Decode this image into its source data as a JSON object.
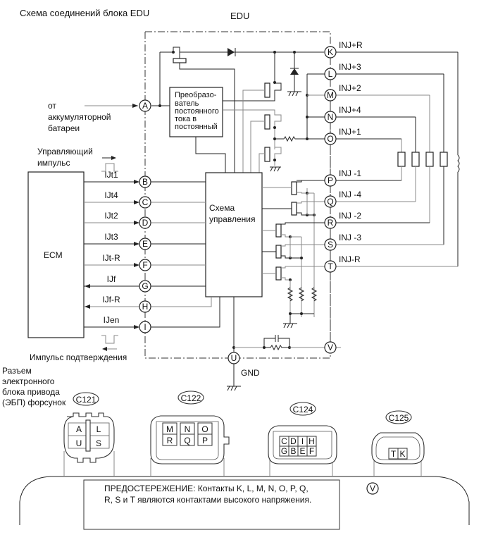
{
  "title": "Схема соединений блока EDU",
  "edu_label": "EDU",
  "battery_label": [
    "от",
    "аккумуляторной",
    "батареи"
  ],
  "converter_label": [
    "Преобразо-",
    "ватель",
    "постоянного",
    "тока в",
    "постоянный"
  ],
  "control_label": [
    "Схема",
    "управления"
  ],
  "ecm_label": "ECM",
  "control_pulse_label": [
    "Управляющий",
    "импульс"
  ],
  "confirm_pulse_label": "Импульс подтверждения",
  "gnd_label": "GND",
  "pins_left": [
    {
      "pin": "A",
      "signal": ""
    },
    {
      "pin": "B",
      "signal": "IJt1"
    },
    {
      "pin": "C",
      "signal": "IJt4"
    },
    {
      "pin": "D",
      "signal": "IJt2"
    },
    {
      "pin": "E",
      "signal": "IJt3"
    },
    {
      "pin": "F",
      "signal": "IJt-R"
    },
    {
      "pin": "G",
      "signal": "IJf"
    },
    {
      "pin": "H",
      "signal": "IJf-R"
    },
    {
      "pin": "I",
      "signal": "IJen"
    }
  ],
  "pins_right": [
    {
      "pin": "K",
      "signal": "INJ+R"
    },
    {
      "pin": "L",
      "signal": "INJ+3"
    },
    {
      "pin": "M",
      "signal": "INJ+2"
    },
    {
      "pin": "N",
      "signal": "INJ+4"
    },
    {
      "pin": "O",
      "signal": "INJ+1"
    },
    {
      "pin": "P",
      "signal": "INJ -1"
    },
    {
      "pin": "Q",
      "signal": "INJ -4"
    },
    {
      "pin": "R",
      "signal": "INJ -2"
    },
    {
      "pin": "S",
      "signal": "INJ -3"
    },
    {
      "pin": "T",
      "signal": "INJ-R"
    }
  ],
  "pin_v": "V",
  "pin_u": "U",
  "connector_caption": [
    "Разъем",
    "электронного",
    "блока привода",
    "(ЭБП) форсунок"
  ],
  "connectors": [
    {
      "id": "C121",
      "rows": [
        [
          "A",
          "L"
        ],
        [
          "U",
          "S"
        ]
      ]
    },
    {
      "id": "C122",
      "rows": [
        [
          "M",
          "N",
          "O"
        ],
        [
          "R",
          "Q",
          "P"
        ]
      ]
    },
    {
      "id": "C124",
      "rows": [
        [
          "C",
          "D",
          "I",
          "H"
        ],
        [
          "G",
          "B",
          "E",
          "F"
        ]
      ]
    },
    {
      "id": "C125",
      "rows": [
        [
          "T",
          "K"
        ]
      ]
    }
  ],
  "warning_lines": [
    "ПРЕДОСТЕРЕЖЕНИЕ: Контакты K, L, M, N, O, P, Q,",
    "R, S и T являются контактами высокого напряжения."
  ],
  "warning_pin": "V"
}
